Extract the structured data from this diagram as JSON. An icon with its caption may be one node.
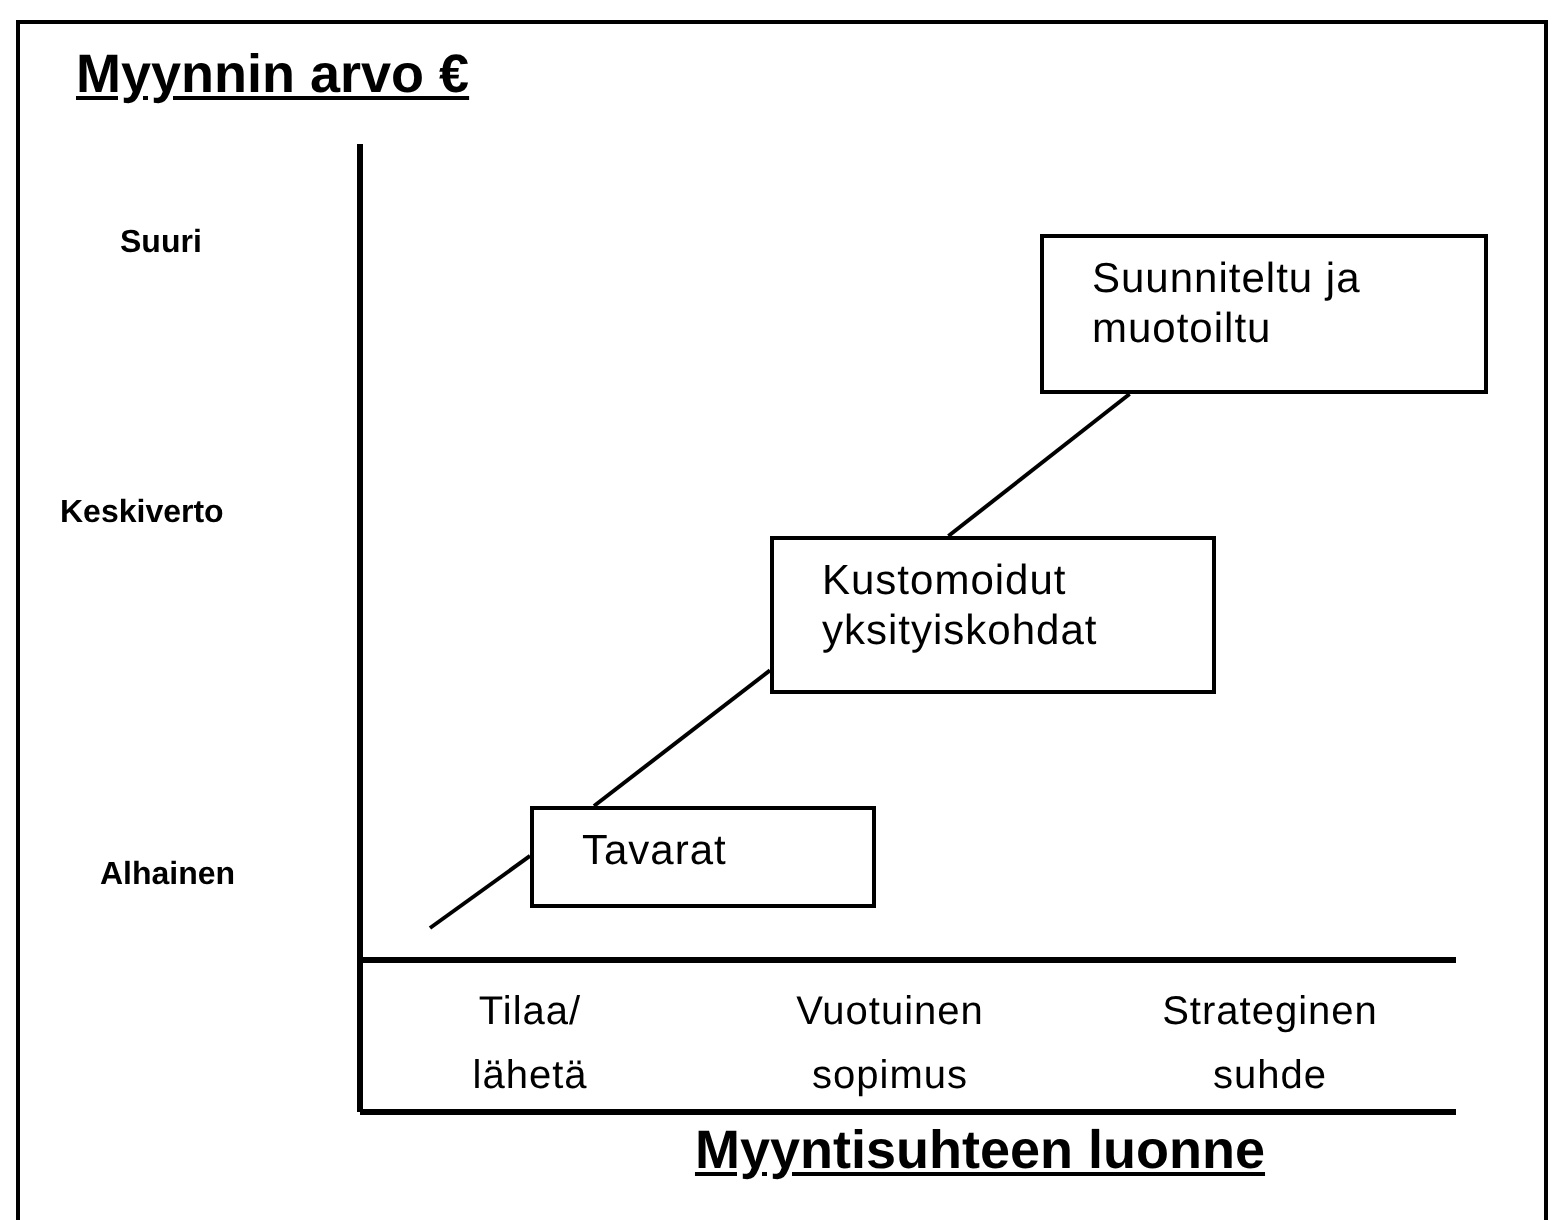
{
  "diagram": {
    "nodes": [
      {
        "text": [
          "Tavarat"
        ]
      },
      {
        "text": [
          "Kustomoidut yksityiskohdat"
        ]
      },
      {
        "text": [
          "Suunniteltu ja muotoiltu"
        ]
      }
    ],
    "edges": [
      {
        "from": null,
        "to": 0,
        "arrow": "none"
      },
      {
        "from": 0,
        "to": 1,
        "arrow": "none"
      },
      {
        "from": 1,
        "to": 2,
        "arrow": "none"
      }
    ],
    "labels": [
      "Myynnin arvo €",
      "Suuri",
      "Keskiverto",
      "Alhainen",
      "Tilaa/ lähetä",
      "Vuotuinen sopimus",
      "Strateginen suhde",
      "Myyntisuhteen luonne"
    ]
  }
}
